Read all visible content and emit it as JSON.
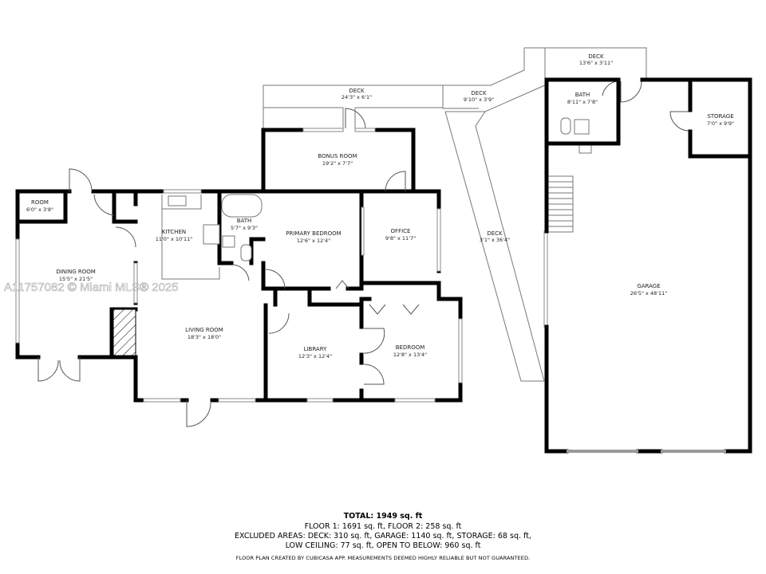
{
  "watermark": "A11757082 © Miami MLS® 2025",
  "rooms": {
    "room": {
      "name": "ROOM",
      "dim": "6'0\" x 3'8\""
    },
    "dining": {
      "name": "DINING ROOM",
      "dim": "15'5\" x 21'5\""
    },
    "kitchen": {
      "name": "KITCHEN",
      "dim": "11'0\" x 10'11\""
    },
    "bath1": {
      "name": "BATH",
      "dim": "5'7\" x 9'3\""
    },
    "living": {
      "name": "LIVING ROOM",
      "dim": "18'3\" x 18'0\""
    },
    "bonus": {
      "name": "BONUS ROOM",
      "dim": "19'2\" x 7'7\""
    },
    "primary": {
      "name": "PRIMARY BEDROOM",
      "dim": "12'6\" x 12'4\""
    },
    "office": {
      "name": "OFFICE",
      "dim": "9'8\" x 11'7\""
    },
    "library": {
      "name": "LIBRARY",
      "dim": "12'3\" x 12'4\""
    },
    "bedroom": {
      "name": "BEDROOM",
      "dim": "12'8\" x 13'4\""
    },
    "deck1": {
      "name": "DECK",
      "dim": "24'3\" x 6'1\""
    },
    "deck2": {
      "name": "DECK",
      "dim": "9'10\" x 3'9\""
    },
    "deck3": {
      "name": "DECK",
      "dim": "3'1\" x 36'4\""
    },
    "deck4": {
      "name": "DECK",
      "dim": "13'6\" x 3'11\""
    },
    "bath2": {
      "name": "BATH",
      "dim": "8'11\" x 7'8\""
    },
    "storage": {
      "name": "STORAGE",
      "dim": "7'0\" x 9'9\""
    },
    "garage": {
      "name": "GARAGE",
      "dim": "26'5\" x 48'11\""
    }
  },
  "summary": {
    "total": "TOTAL: 1949 sq. ft",
    "floors": "FLOOR 1: 1691 sq. ft, FLOOR 2: 258 sq. ft",
    "excluded": "EXCLUDED AREAS: DECK: 310 sq. ft, GARAGE: 1140 sq. ft, STORAGE: 68 sq. ft,",
    "excluded2": "LOW CEILING: 77 sq. ft, OPEN TO BELOW: 960 sq. ft",
    "disclaimer": "FLOOR PLAN CREATED BY CUBICASA APP. MEASUREMENTS DEEMED HIGHLY RELIABLE BUT NOT GUARANTEED."
  }
}
